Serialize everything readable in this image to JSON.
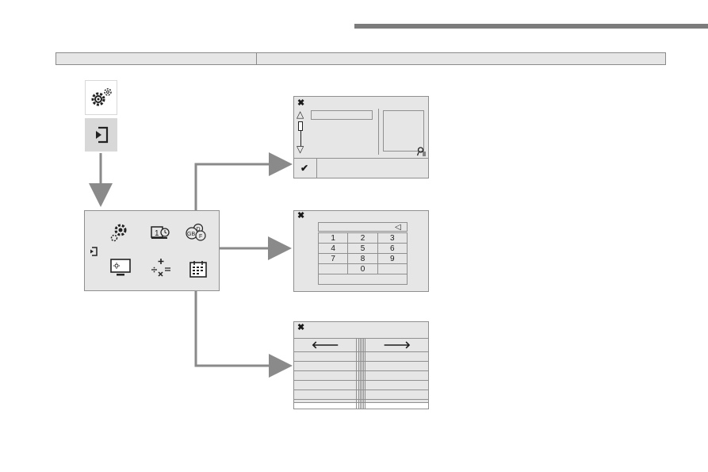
{
  "header": {
    "left_cell": "",
    "right_cell": ""
  },
  "launcher": {
    "settings_icon": "gear-settings-icon",
    "login_icon": "enter-icon"
  },
  "menu": {
    "icons": [
      "settings-icon",
      "date-time-icon",
      "language-icon",
      "login-icon",
      "display-brightness-icon",
      "calculator-icon",
      "calendar-icon"
    ],
    "language_letters": [
      "D",
      "GB",
      "F"
    ],
    "date_day": "1"
  },
  "language_screen": {
    "close": "✖",
    "confirm": "✔",
    "up_arrow": "△",
    "down_arrow": "▽",
    "search_field_value": ""
  },
  "calculator_screen": {
    "close": "✖",
    "backspace": "◁",
    "display": "",
    "rows": [
      [
        "1",
        "2",
        "3"
      ],
      [
        "4",
        "5",
        "6"
      ],
      [
        "7",
        "8",
        "9"
      ],
      [
        "",
        "0",
        ""
      ]
    ]
  },
  "calendar_screen": {
    "close": "✖",
    "prev_arrow": "🡐",
    "next_arrow": "🡒"
  },
  "colors": {
    "arrow": "#8a8a8a",
    "panel": "#e6e6e6",
    "border": "#8f8f8f"
  }
}
